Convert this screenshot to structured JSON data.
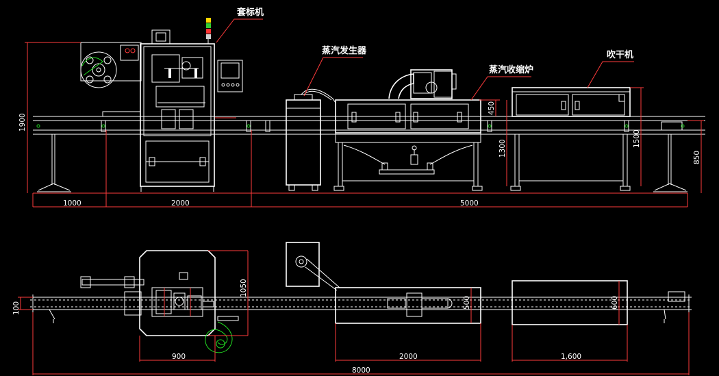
{
  "labels": {
    "sleeve_labeler": "套标机",
    "steam_generator": "蒸汽发生器",
    "steam_shrink_tunnel": "蒸汽收缩炉",
    "blow_dryer": "吹干机"
  },
  "front_view": {
    "height_total": "1900",
    "tunnel_height": "1300",
    "tunnel_top": "450",
    "dryer_height": "1500",
    "conveyor_height": "850",
    "len_feed": "1000",
    "len_labeler": "2000",
    "len_rest": "5000"
  },
  "top_view": {
    "conveyor_width": "100",
    "labeler_depth": "1050",
    "tunnel_width": "500",
    "dryer_width": "600",
    "labeler_len": "900",
    "tunnel_len": "2000",
    "dryer_len": "1,600",
    "total_len": "8000"
  }
}
